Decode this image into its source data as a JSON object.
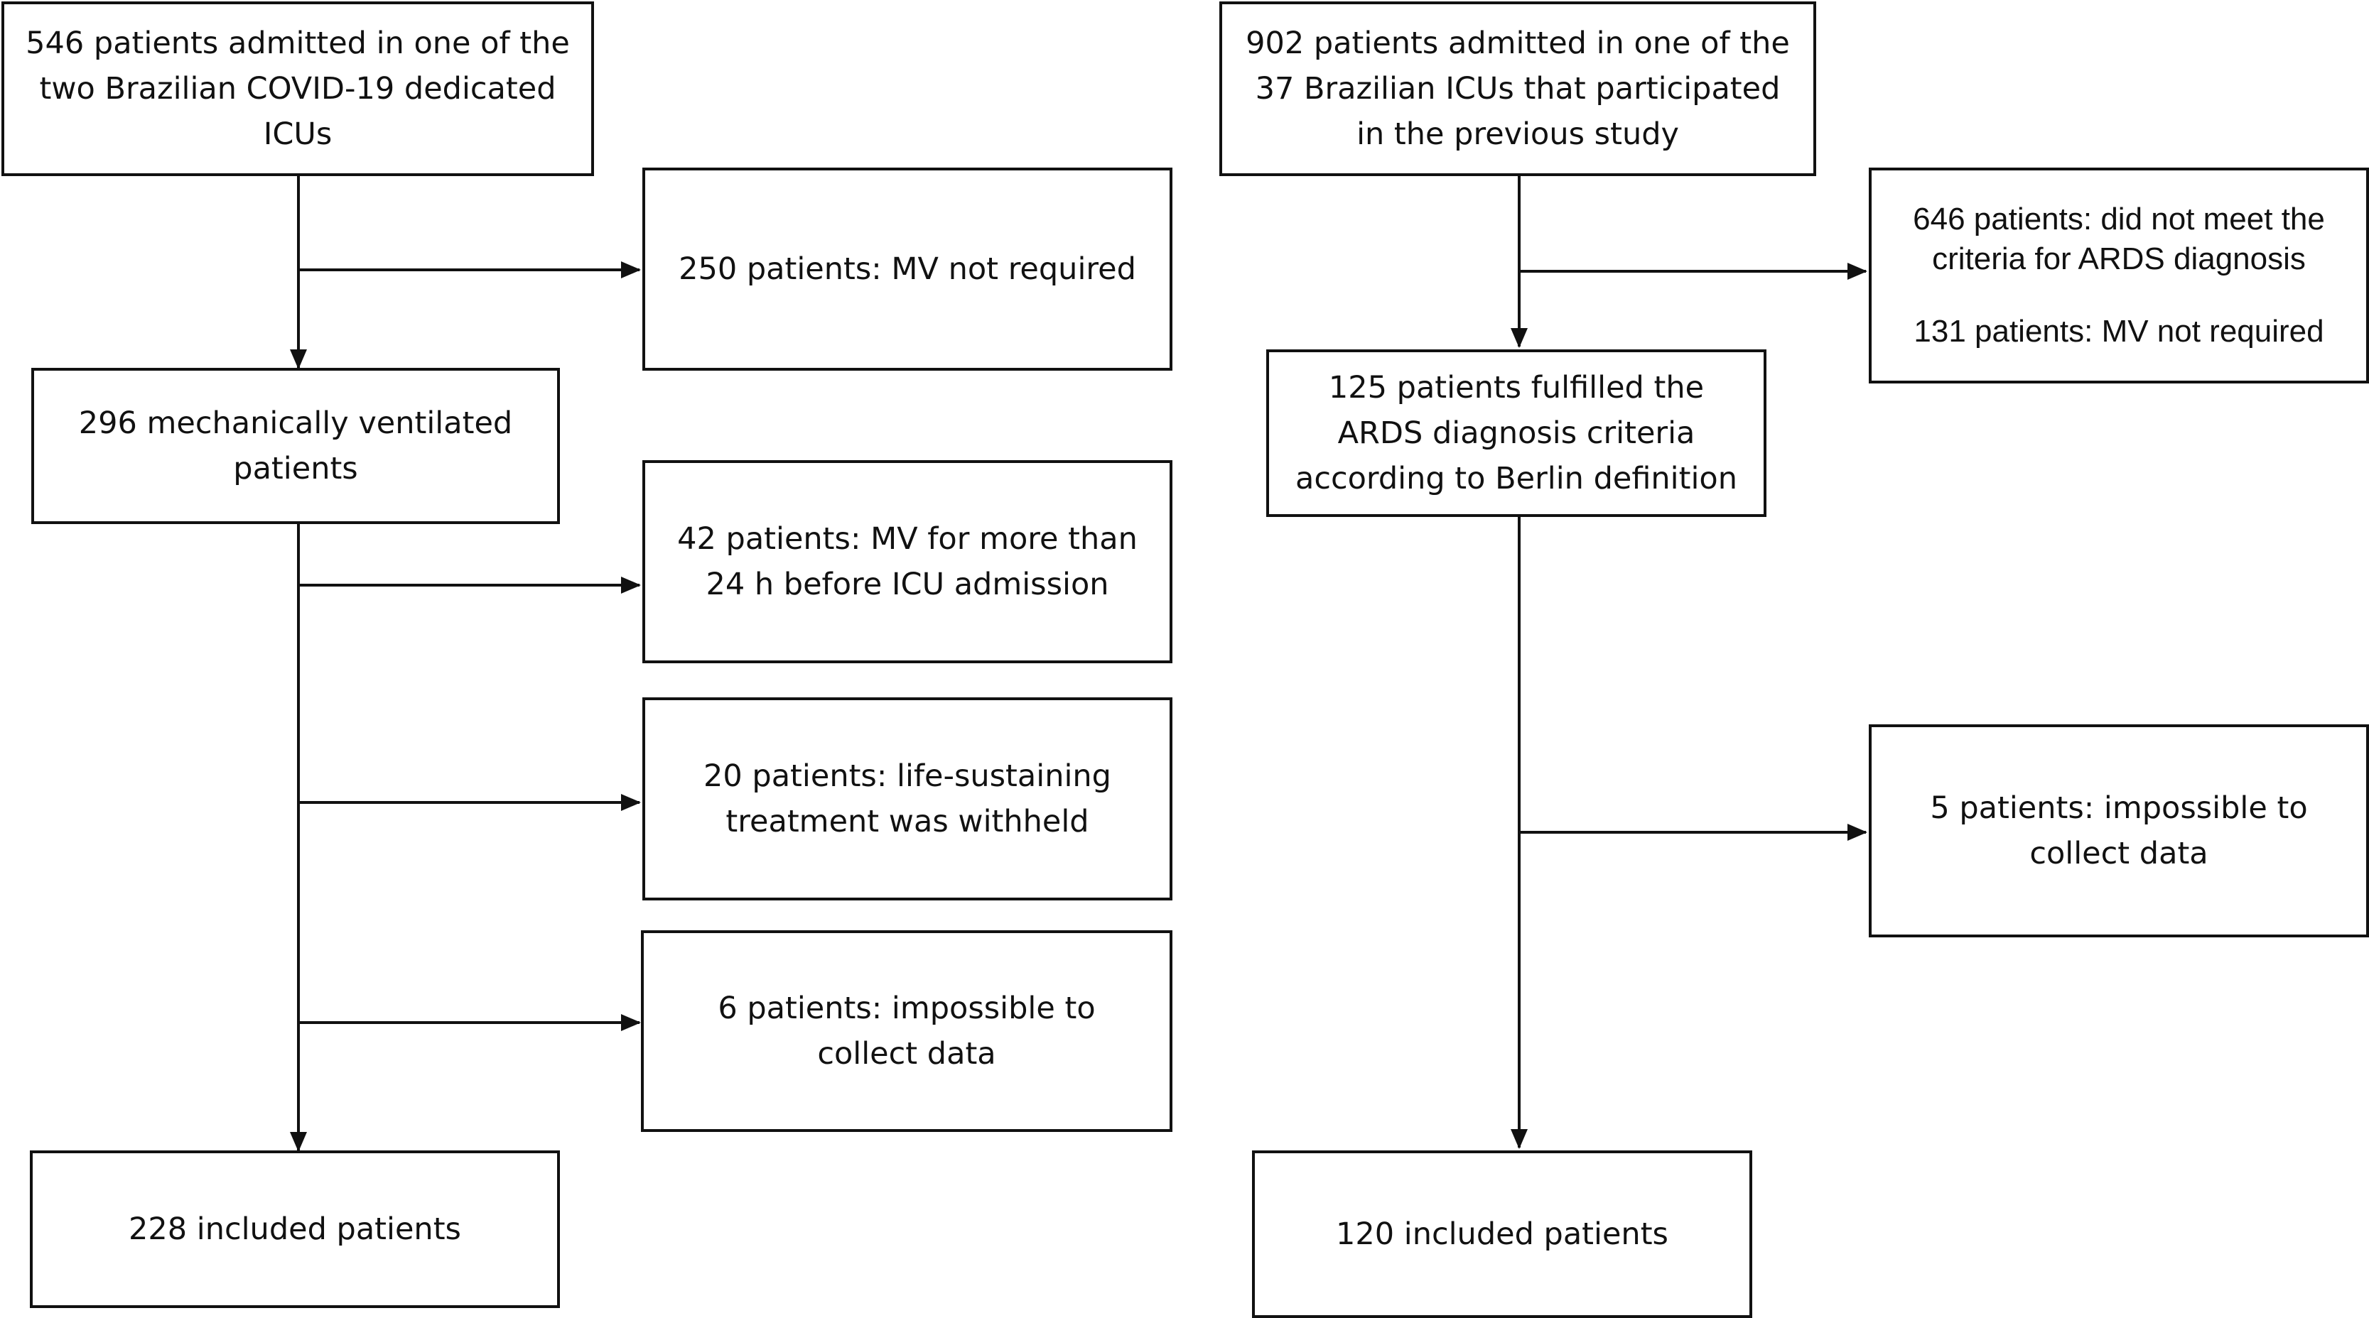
{
  "left_flow": {
    "start": [
      "546 patients admitted in one of the",
      "two Brazilian COVID-19 dedicated",
      "ICUs"
    ],
    "exclusion_1": [
      "250 patients: MV not required"
    ],
    "step_2": [
      "296 mechanically ventilated",
      "patients"
    ],
    "exclusion_2": [
      "42 patients: MV for more than",
      "24 h before ICU admission"
    ],
    "exclusion_3": [
      "20 patients: life-sustaining",
      "treatment was withheld"
    ],
    "exclusion_4": [
      "6 patients: impossible to",
      "collect data"
    ],
    "result": [
      "228 included patients"
    ]
  },
  "right_flow": {
    "start": [
      "902 patients admitted in one of the",
      "37 Brazilian ICUs that participated",
      "in the previous study"
    ],
    "exclusion_1a": [
      "646 patients: did not meet the",
      "criteria for ARDS diagnosis"
    ],
    "exclusion_1b": [
      "131 patients: MV not required"
    ],
    "step_2": [
      "125 patients fulfilled the",
      "ARDS diagnosis criteria",
      "according to Berlin definition"
    ],
    "exclusion_2": [
      "5 patients: impossible to",
      "collect data"
    ],
    "result": [
      "120 included patients"
    ]
  },
  "colors": {
    "stroke": "#111111",
    "background": "#ffffff"
  }
}
